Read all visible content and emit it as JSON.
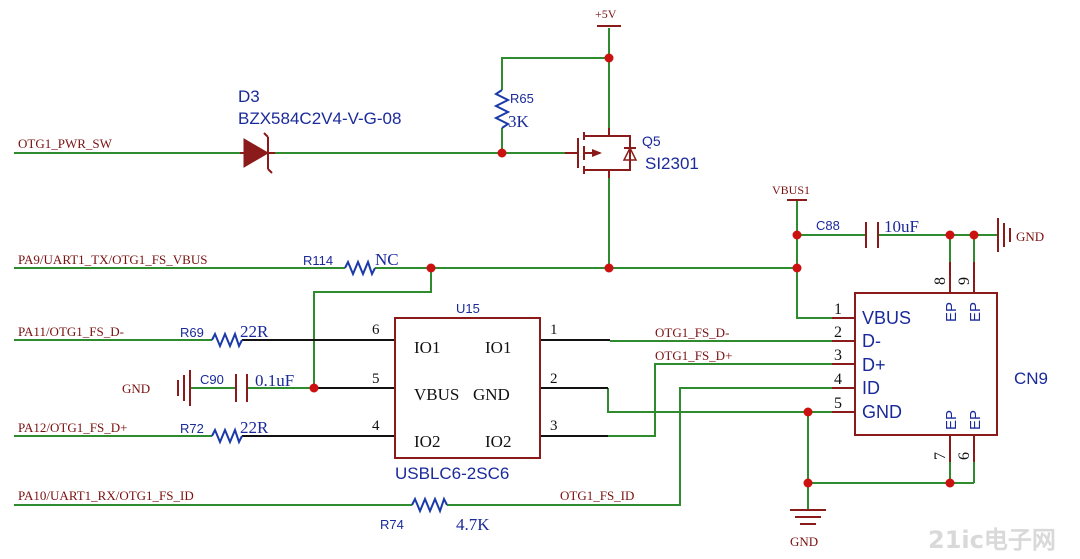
{
  "nets": {
    "otg_pwr_sw": "OTG1_PWR_SW",
    "pa9": "PA9/UART1_TX/OTG1_FS_VBUS",
    "pa11": "PA11/OTG1_FS_D-",
    "pa12": "PA12/OTG1_FS_D+",
    "pa10": "PA10/UART1_RX/OTG1_FS_ID",
    "otg_dm": "OTG1_FS_D-",
    "otg_dp": "OTG1_FS_D+",
    "otg_id": "OTG1_FS_ID",
    "plus5v": "+5V",
    "vbus1": "VBUS1",
    "gnd_right": "GND",
    "gnd_left": "GND",
    "gnd_bottom": "GND"
  },
  "components": {
    "d3": {
      "ref": "D3",
      "value": "BZX584C2V4-V-G-08"
    },
    "r65": {
      "ref": "R65",
      "value": "3K"
    },
    "q5": {
      "ref": "Q5",
      "value": "SI2301"
    },
    "r114": {
      "ref": "R114",
      "value": "NC"
    },
    "c88": {
      "ref": "C88",
      "value": "10uF"
    },
    "r69": {
      "ref": "R69",
      "value": "22R"
    },
    "c90": {
      "ref": "C90",
      "value": "0.1uF"
    },
    "r72": {
      "ref": "R72",
      "value": "22R"
    },
    "r74": {
      "ref": "R74",
      "value": "4.7K"
    },
    "u15": {
      "ref": "U15",
      "value": "USBLC6-2SC6",
      "pins": {
        "io1_left": "IO1",
        "io1_right": "IO1",
        "vbus": "VBUS",
        "gnd": "GND",
        "io2_left": "IO2",
        "io2_right": "IO2",
        "n6": "6",
        "n5": "5",
        "n4": "4",
        "n1": "1",
        "n2": "2",
        "n3": "3"
      }
    },
    "cn9": {
      "ref": "CN9",
      "pins": {
        "vbus": "VBUS",
        "dm": "D-",
        "dp": "D+",
        "id": "ID",
        "gnd": "GND",
        "ep_tl": "EP",
        "ep_tr": "EP",
        "ep_bl": "EP",
        "ep_br": "EP",
        "n1": "1",
        "n2": "2",
        "n3": "3",
        "n4": "4",
        "n5": "5",
        "n6": "6",
        "n7": "7",
        "n8": "8",
        "n9": "9"
      }
    }
  },
  "watermark": "21ic电子网",
  "colors": {
    "wire": "#2e8b2e",
    "component": "#8b1a1a",
    "resistor": "#1a3aa8",
    "junction": "#cc1111",
    "net_label": "#7a1010"
  }
}
